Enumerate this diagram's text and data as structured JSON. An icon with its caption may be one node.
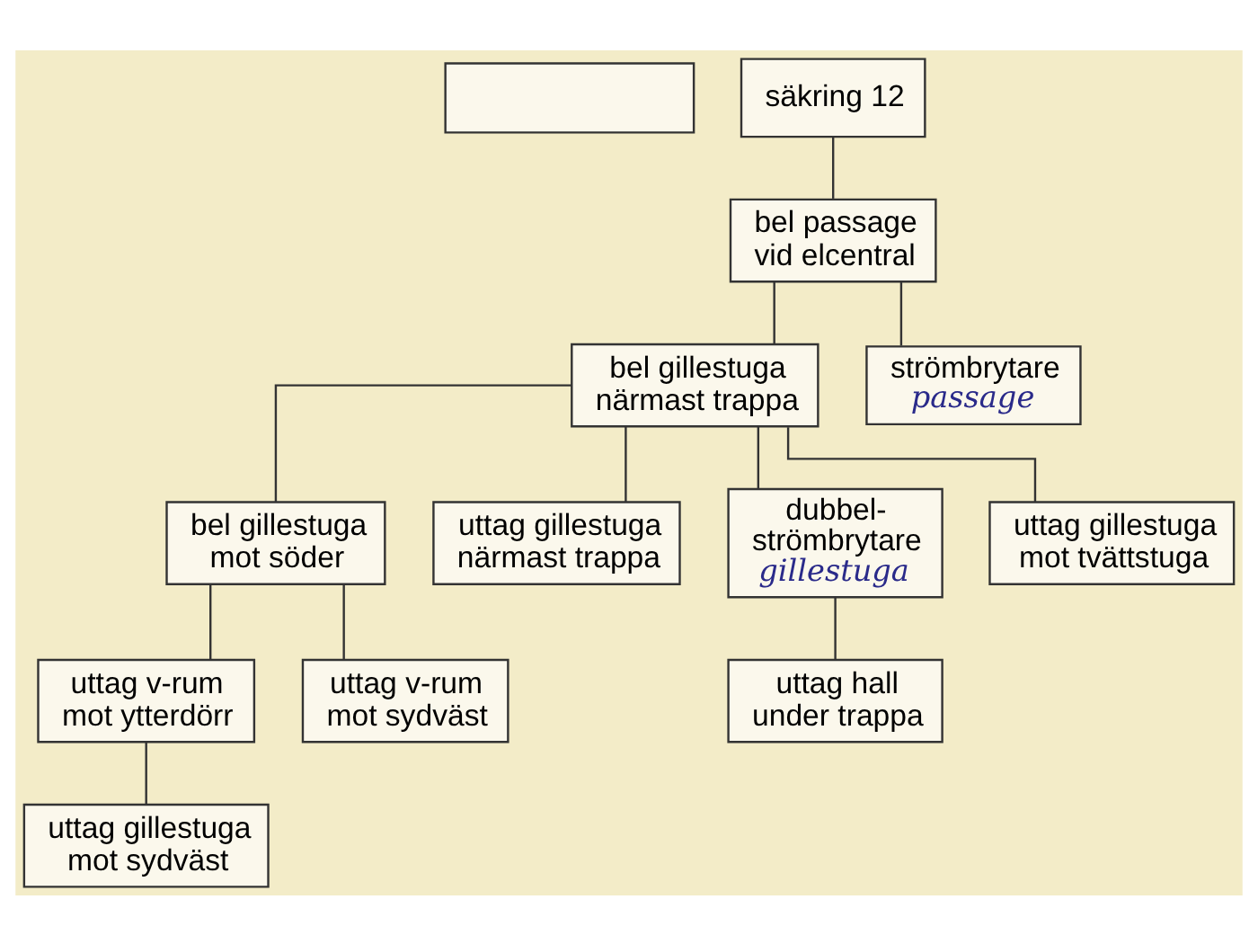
{
  "diagram": {
    "nodes": [
      {
        "text": [],
        "shape": "box"
      },
      {
        "text": [
          "säkring 12"
        ]
      },
      {
        "text": [
          "bel passage vid elcentral"
        ]
      },
      {
        "text": [
          "bel gillestuga närmast trappa"
        ]
      },
      {
        "text": [
          "strömbrytare",
          "passage"
        ]
      },
      {
        "text": [
          "bel gillestuga mot söder"
        ]
      },
      {
        "text": [
          "uttag gillestuga närmast trappa"
        ]
      },
      {
        "text": [
          "dubbel- strömbrytare",
          "gillestuga"
        ]
      },
      {
        "text": [
          "uttag gillestuga mot tvättstuga"
        ]
      },
      {
        "text": [
          "uttag v-rum mot ytterdörr"
        ]
      },
      {
        "text": [
          "uttag v-rum mot sydväst"
        ]
      },
      {
        "text": [
          "uttag hall under trappa"
        ]
      },
      {
        "text": [
          "uttag gillestuga mot sydväst"
        ]
      }
    ],
    "edges": [
      {
        "from": 1,
        "to": 2,
        "arrow": "none"
      },
      {
        "from": 2,
        "to": 3,
        "arrow": "none"
      },
      {
        "from": 2,
        "to": 4,
        "arrow": "none"
      },
      {
        "from": 3,
        "to": 5,
        "arrow": "none"
      },
      {
        "from": 3,
        "to": 6,
        "arrow": "none"
      },
      {
        "from": 3,
        "to": 7,
        "arrow": "none"
      },
      {
        "from": 3,
        "to": 8,
        "arrow": "none"
      },
      {
        "from": 5,
        "to": 9,
        "arrow": "none"
      },
      {
        "from": 5,
        "to": 10,
        "arrow": "none"
      },
      {
        "from": 7,
        "to": 11,
        "arrow": "none"
      },
      {
        "from": 9,
        "to": 12,
        "arrow": "none"
      }
    ]
  }
}
